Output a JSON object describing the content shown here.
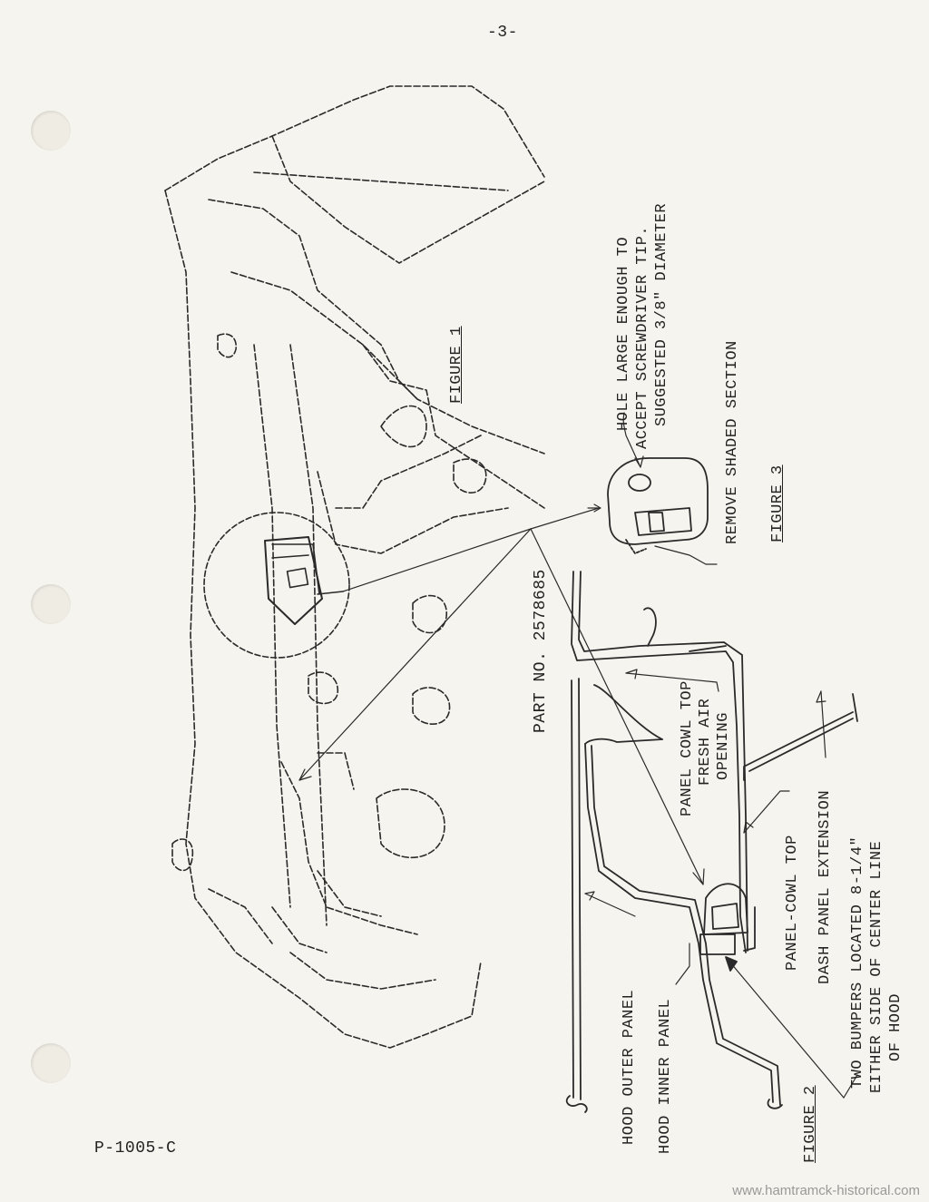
{
  "page": {
    "number": "-3-",
    "doc_code": "P-1005-C",
    "watermark": "www.hamtramck-historical.com"
  },
  "figure1": {
    "caption": "FIGURE 1"
  },
  "figure2": {
    "caption": "FIGURE 2",
    "labels": {
      "hood_outer": "HOOD OUTER PANEL",
      "hood_inner": "HOOD INNER PANEL",
      "bumpers_1": "TWO BUMPERS LOCATED 8-1/4\"",
      "bumpers_2": "EITHER SIDE OF CENTER LINE",
      "bumpers_3": "OF HOOD",
      "panel_cowl_top": "PANEL-COWL TOP",
      "dash_ext": "DASH PANEL EXTENSION",
      "fresh_1": "PANEL COWL TOP",
      "fresh_2": "FRESH AIR",
      "fresh_3": "OPENING",
      "part_no": "PART NO. 2578685"
    }
  },
  "figure3": {
    "caption": "FIGURE 3",
    "labels": {
      "hole_1": "HOLE LARGE ENOUGH TO",
      "hole_2": "ACCEPT SCREWDRIVER TIP.",
      "hole_3": "SUGGESTED 3/8\" DIAMETER",
      "remove": "REMOVE SHADED SECTION"
    }
  }
}
